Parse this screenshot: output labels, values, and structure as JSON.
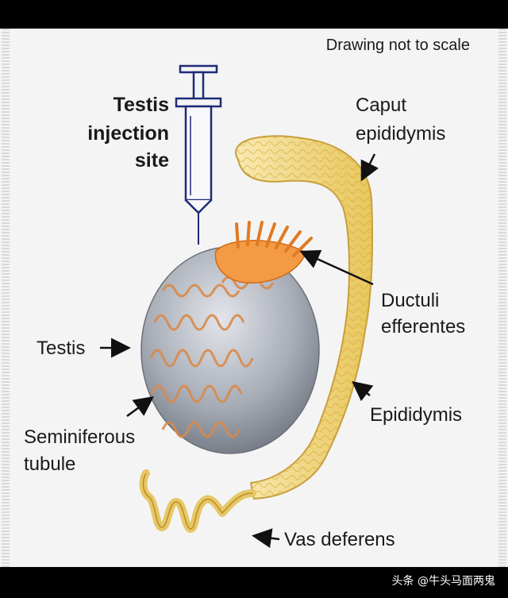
{
  "note": "Drawing not to scale",
  "labels": {
    "injection_line1": "Testis",
    "injection_line2": "injection",
    "injection_line3": "site",
    "caput_line1": "Caput",
    "caput_line2": "epididymis",
    "ductuli_line1": "Ductuli",
    "ductuli_line2": "efferentes",
    "testis": "Testis",
    "epididymis": "Epididymis",
    "seminiferous_line1": "Seminiferous",
    "seminiferous_line2": "tubule",
    "vas": "Vas deferens"
  },
  "watermark": "头条 @牛头马面两鬼",
  "colors": {
    "testis": "#9ba1ab",
    "tubule": "#d98a4a",
    "epididymis": "#f2d98a",
    "ductuli": "#f08a2c",
    "syringe": "#1f2a78"
  }
}
